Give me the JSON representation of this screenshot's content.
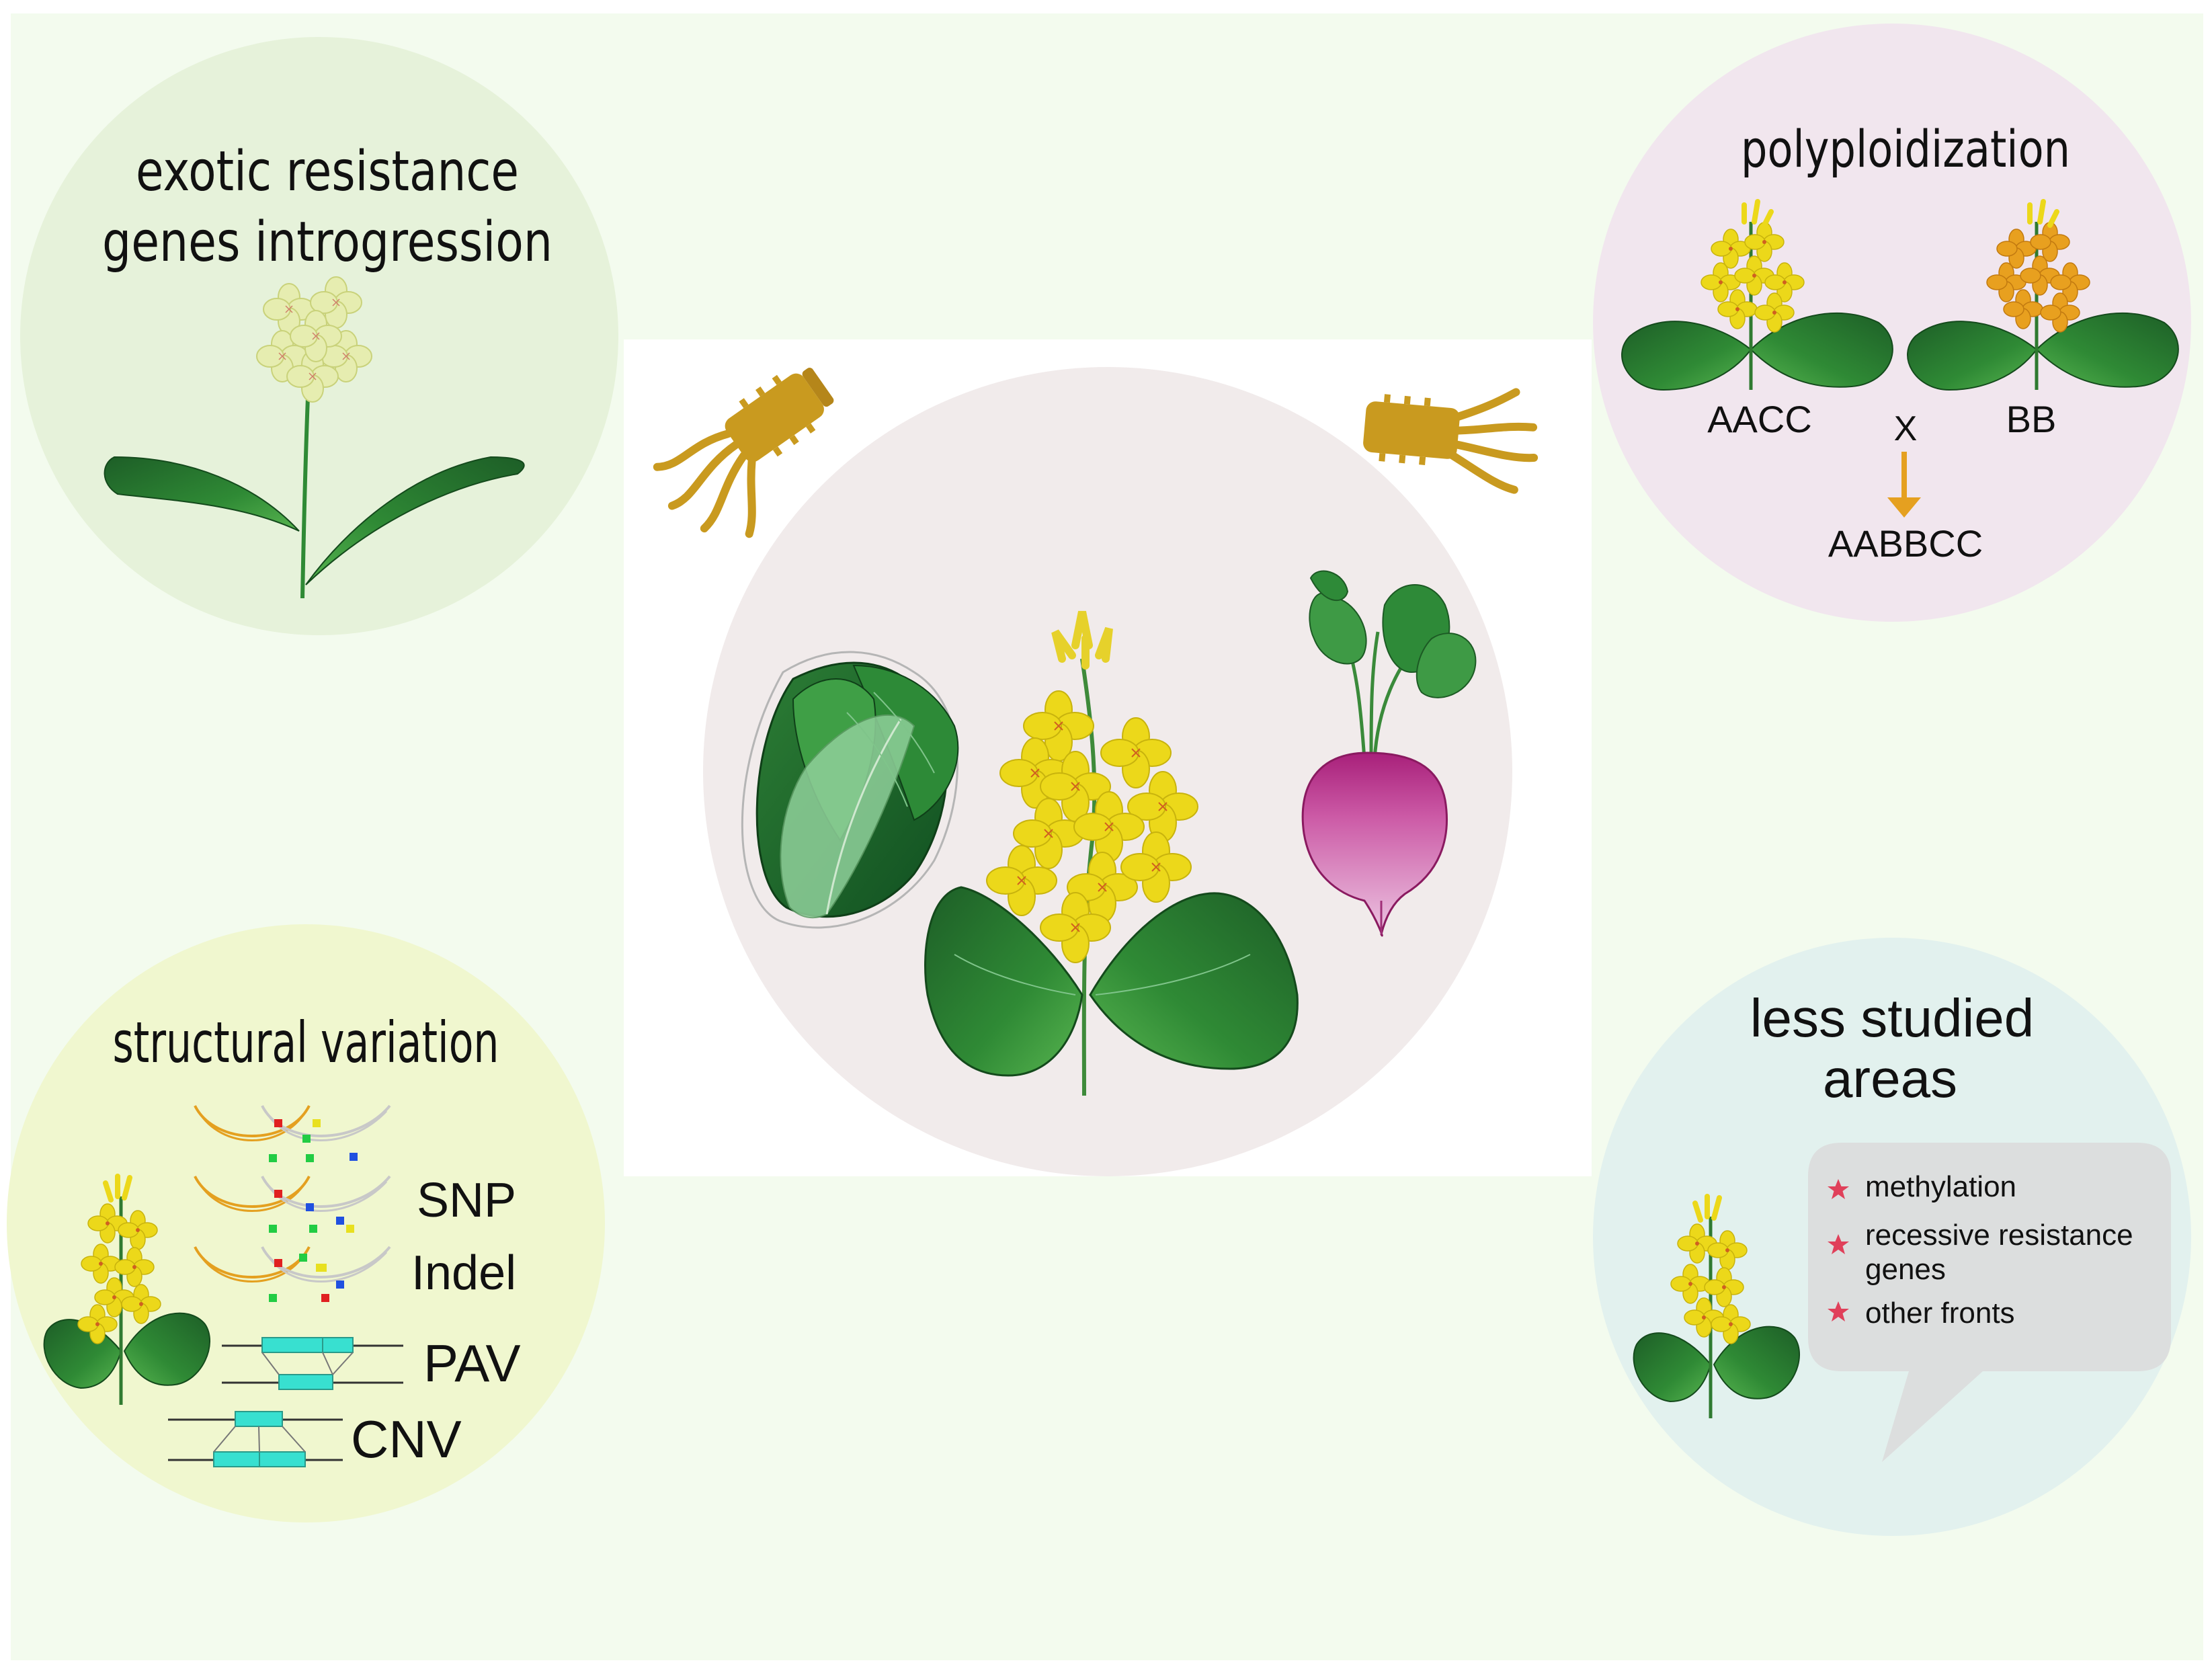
{
  "colors": {
    "page_background": "#f3fbee",
    "center_panel": "#ffffff",
    "center_circle": "#f1ebeb",
    "introgression_circle": "#e6f2da",
    "polyploid_circle": "#f1e6ee",
    "structural_circle": "#f0f7cf",
    "less_studied_circle": "#e2f1ee",
    "leaf_dark": "#1f6b2b",
    "leaf_mid": "#3d9b3d",
    "flower_yellow": "#ecd81a",
    "flower_orange": "#e8a01f",
    "pale_flower": "#e6edb0",
    "pathogen": "#c99a1f",
    "arrow": "#e5a020",
    "turnip_purple": "#b02a82",
    "star_red": "#e0405a",
    "sv_cyan": "#38e0d0"
  },
  "introgression": {
    "title_line1": "exotic resistance",
    "title_line2": "genes introgression",
    "icon": "pale-flowering-brassica-icon"
  },
  "polyploidization": {
    "title": "polyploidization",
    "left_parent": "AACC",
    "cross_symbol": "X",
    "right_parent": "BB",
    "offspring": "AABBCC",
    "left_icon": "yellow-brassica-plant-icon",
    "right_icon": "orange-brassica-plant-icon",
    "arrow_icon": "down-arrow-icon"
  },
  "structural_variation": {
    "title": "structural variation",
    "labels": {
      "snp": "SNP",
      "indel": "Indel",
      "pav": "PAV",
      "cnv": "CNV"
    },
    "icons": [
      "chromosome-pair-icon",
      "pav-block-icon",
      "cnv-block-icon",
      "flowering-plant-icon"
    ]
  },
  "less_studied": {
    "title_line1": "less studied",
    "title_line2": "areas",
    "items": [
      {
        "line1": "methylation",
        "line2": ""
      },
      {
        "line1": "recessive resistance",
        "line2": "genes"
      },
      {
        "line1": "other fronts",
        "line2": ""
      }
    ],
    "bullet_icon": "star-icon"
  },
  "center": {
    "icons": [
      "chinese-cabbage-icon",
      "rapeseed-plant-icon",
      "turnip-icon",
      "pathogen-left-icon",
      "pathogen-right-icon"
    ]
  }
}
